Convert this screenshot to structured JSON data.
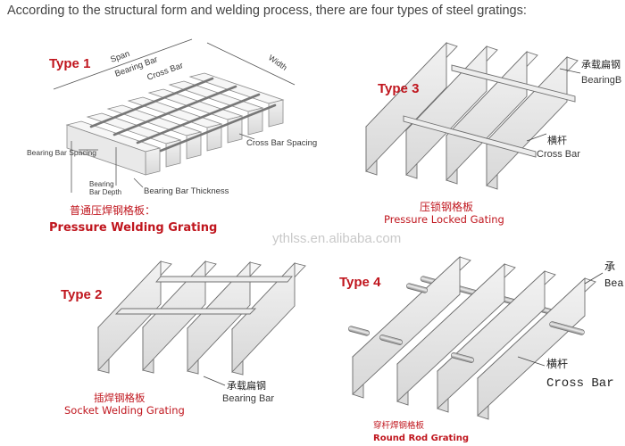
{
  "intro": "According to the structural form and welding process, there are four types of steel gratings:",
  "watermark": "ythlss.en.alibaba.com",
  "type1": {
    "title": "Type 1",
    "labels": {
      "span": "Span",
      "bearing_bar": "Bearing Bar",
      "cross_bar": "Cross Bar",
      "width": "Width",
      "bearing_bar_spacing": "Bearing Bar Spacing",
      "cross_bar_spacing": "Cross Bar Spacing",
      "bearing_bar_depth_1": "Bearing",
      "bearing_bar_depth_2": "Bar Depth",
      "bearing_bar_thickness": "Bearing Bar Thickness"
    },
    "caption_cn": "普通压焊钢格板：",
    "caption_en": "Pressure Welding Grating"
  },
  "type2": {
    "title": "Type 2",
    "label_cn": "承载扁钢",
    "label_en": "Bearing Bar",
    "caption_cn": "插焊钢格板",
    "caption_en": "Socket Welding Grating"
  },
  "type3": {
    "title": "Type 3",
    "top_label_cn": "承载扁钢",
    "top_label_en": "BearingB",
    "cross_label_cn": "横杆",
    "cross_label_en": "Cross Bar",
    "caption_cn": "压锁钢格板",
    "caption_en": "Pressure Locked Gating"
  },
  "type4": {
    "title": "Type 4",
    "top_label_cn": "承",
    "top_label_en": "Bea",
    "cross_label_cn": "横杆",
    "cross_label_en": "Cross Bar",
    "caption_cn": "穿杆焊钢格板",
    "caption_en": "Round Rod Grating"
  },
  "colors": {
    "accent": "#c0161e",
    "bar_front": "#e6e6e6",
    "bar_top": "#f7f7f7",
    "outline": "#666666"
  }
}
